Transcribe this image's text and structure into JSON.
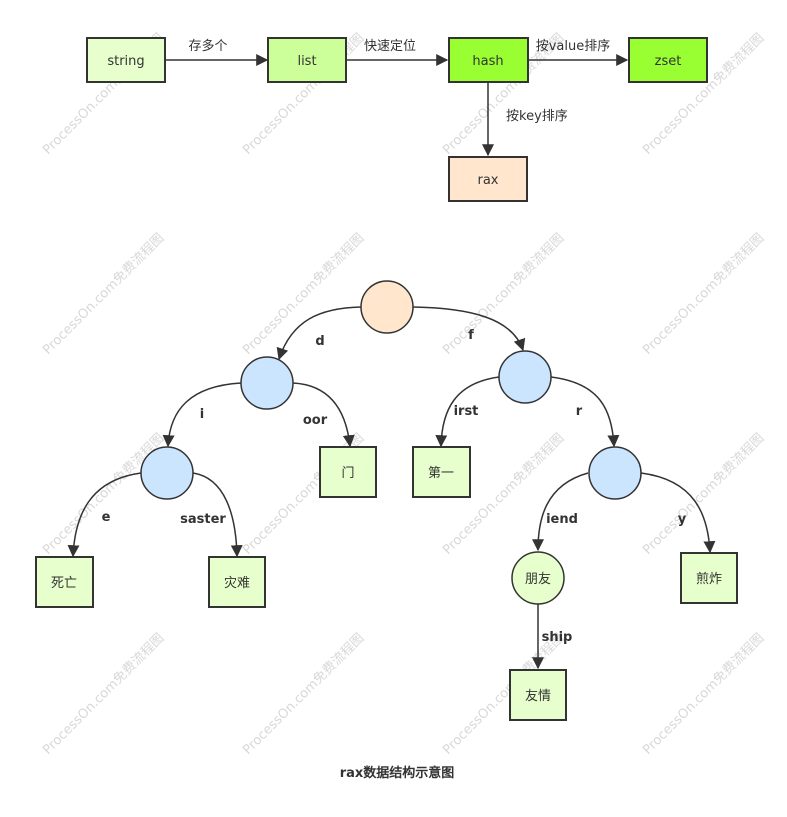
{
  "watermark": "ProcessOn.com免费流程图",
  "top_flow": {
    "nodes": {
      "string": "string",
      "list": "list",
      "hash": "hash",
      "zset": "zset",
      "rax": "rax"
    },
    "edges": {
      "string_list": "存多个",
      "list_hash": "快速定位",
      "hash_zset": "按value排序",
      "hash_rax": "按key排序"
    }
  },
  "tree": {
    "leaves": {
      "men": "门",
      "diyi": "第一",
      "siwang": "死亡",
      "zainan": "灾难",
      "pengyou": "朋友",
      "jianzha": "煎炸",
      "youqing": "友情"
    },
    "edges": {
      "root_d": "d",
      "root_f": "f",
      "d_i": "i",
      "d_oor": "oor",
      "f_irst": "irst",
      "f_r": "r",
      "di_e": "e",
      "di_saster": "saster",
      "fr_iend": "iend",
      "fr_y": "y",
      "friend_ship": "ship"
    }
  },
  "caption": "rax数据结构示意图",
  "colors": {
    "light_green": "#e6ffcc",
    "medium_green": "#ccff99",
    "bright_green": "#99ff33",
    "peach": "#ffe6cc",
    "light_blue": "#cce5ff",
    "stroke": "#333333"
  }
}
